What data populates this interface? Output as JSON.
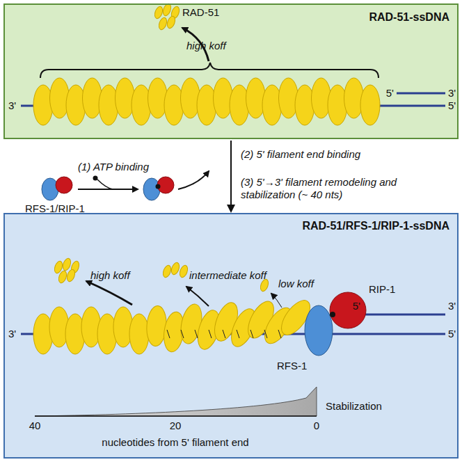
{
  "diagram": {
    "nodes": [
      {
        "text": [
          "RAD-51-ssDNA"
        ]
      },
      {
        "text": [
          "RAD-51/RFS-1/RIP-1-ssDNA"
        ]
      }
    ],
    "edges": [
      {
        "from": 0,
        "to": 1,
        "arrow": "to"
      }
    ],
    "labels": [
      "RAD-51",
      "high koff",
      "3'",
      "5'",
      "3'",
      "5'",
      "(1) ATP binding",
      "RFS-1/RIP-1",
      "(2) 5' filament end binding",
      "(3) 5'→3' filament remodeling and stabilization (~ 40 nts)",
      "high koff",
      "intermediate koff",
      "low koff",
      "RIP-1",
      "RFS-1",
      "3'",
      "5'",
      "3'",
      "5'",
      "Stabilization",
      "40",
      "20",
      "0",
      "nucleotides from 5' filament end"
    ]
  }
}
